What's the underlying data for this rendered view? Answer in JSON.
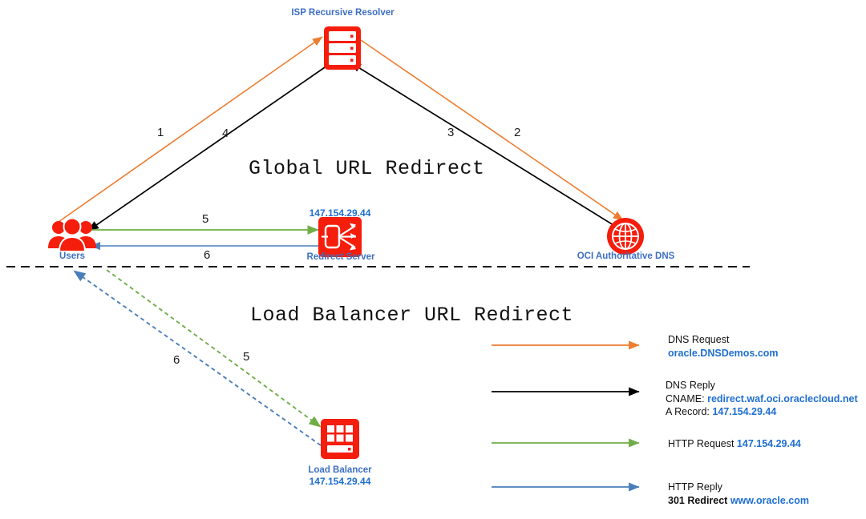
{
  "diagram": {
    "title_top": "Global URL Redirect",
    "title_bottom": "Load Balancer URL Redirect"
  },
  "nodes": {
    "isp": {
      "label": "ISP Recursive Resolver",
      "icon": "server-icon"
    },
    "users": {
      "label": "Users",
      "icon": "users-icon"
    },
    "redirect_server": {
      "label": "Redirect Server",
      "ip": "147.154.29.44",
      "icon": "redirect-server-icon"
    },
    "oci_dns": {
      "label": "OCI Authoritative DNS",
      "icon": "globe-icon"
    },
    "load_balancer": {
      "label": "Load Balancer",
      "ip": "147.154.29.44",
      "icon": "load-balancer-icon"
    }
  },
  "steps": {
    "s1": "1",
    "s2": "2",
    "s3": "3",
    "s4": "4",
    "s5": "5",
    "s6": "6",
    "s5b": "5",
    "s6b": "6"
  },
  "legend": [
    {
      "arrow_color": "#ed7d31",
      "name": "dns-request",
      "line1": "DNS Request",
      "line2": "oracle.DNSDemos.com",
      "line3": "",
      "line4": ""
    },
    {
      "arrow_color": "#000000",
      "name": "dns-reply",
      "line1": " DNS Reply",
      "line2_prefix": "CNAME: ",
      "line2_value": "redirect.waf.oci.oraclecloud.net",
      "line3_prefix": "A Record: ",
      "line3_value": "147.154.29.44"
    },
    {
      "arrow_color": "#70ad47",
      "name": "http-request",
      "line1_prefix": "HTTP Request ",
      "line1_value": "147.154.29.44"
    },
    {
      "arrow_color": "#4a7ebb",
      "name": "http-reply",
      "line1": "HTTP Reply",
      "line2_prefix": "301 Redirect ",
      "line2_value": "www.oracle.com"
    }
  ],
  "colors": {
    "orange": "#ed7d31",
    "black": "#000000",
    "green": "#70ad47",
    "blue": "#4a7ebb",
    "icon_red": "#f51d0c",
    "label_blue": "#3d6fc4"
  }
}
